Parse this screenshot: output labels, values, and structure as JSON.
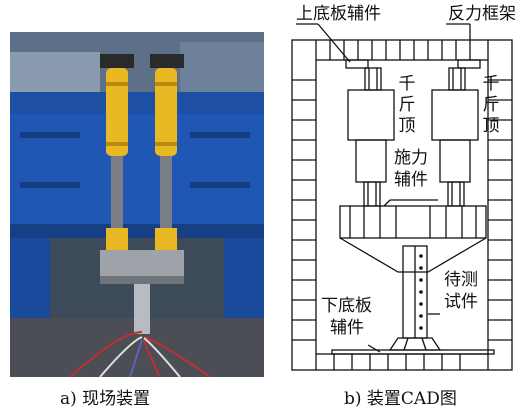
{
  "captions": {
    "left": "a)  现场装置",
    "right": "b)  装置CAD图"
  },
  "labels": {
    "upper_base_plate": "上底板辅件",
    "reaction_frame": "反力框架",
    "jack_left": "千斤顶",
    "jack_right": "千斤顶",
    "loading_aux_line1": "施力",
    "loading_aux_line2": "辅件",
    "specimen_line1": "待测",
    "specimen_line2": "试件",
    "lower_base_line1": "下底板",
    "lower_base_line2": "辅件"
  },
  "colors": {
    "frame_blue": "#1d4fa3",
    "jack_yellow": "#e8b923",
    "line": "#111111"
  }
}
